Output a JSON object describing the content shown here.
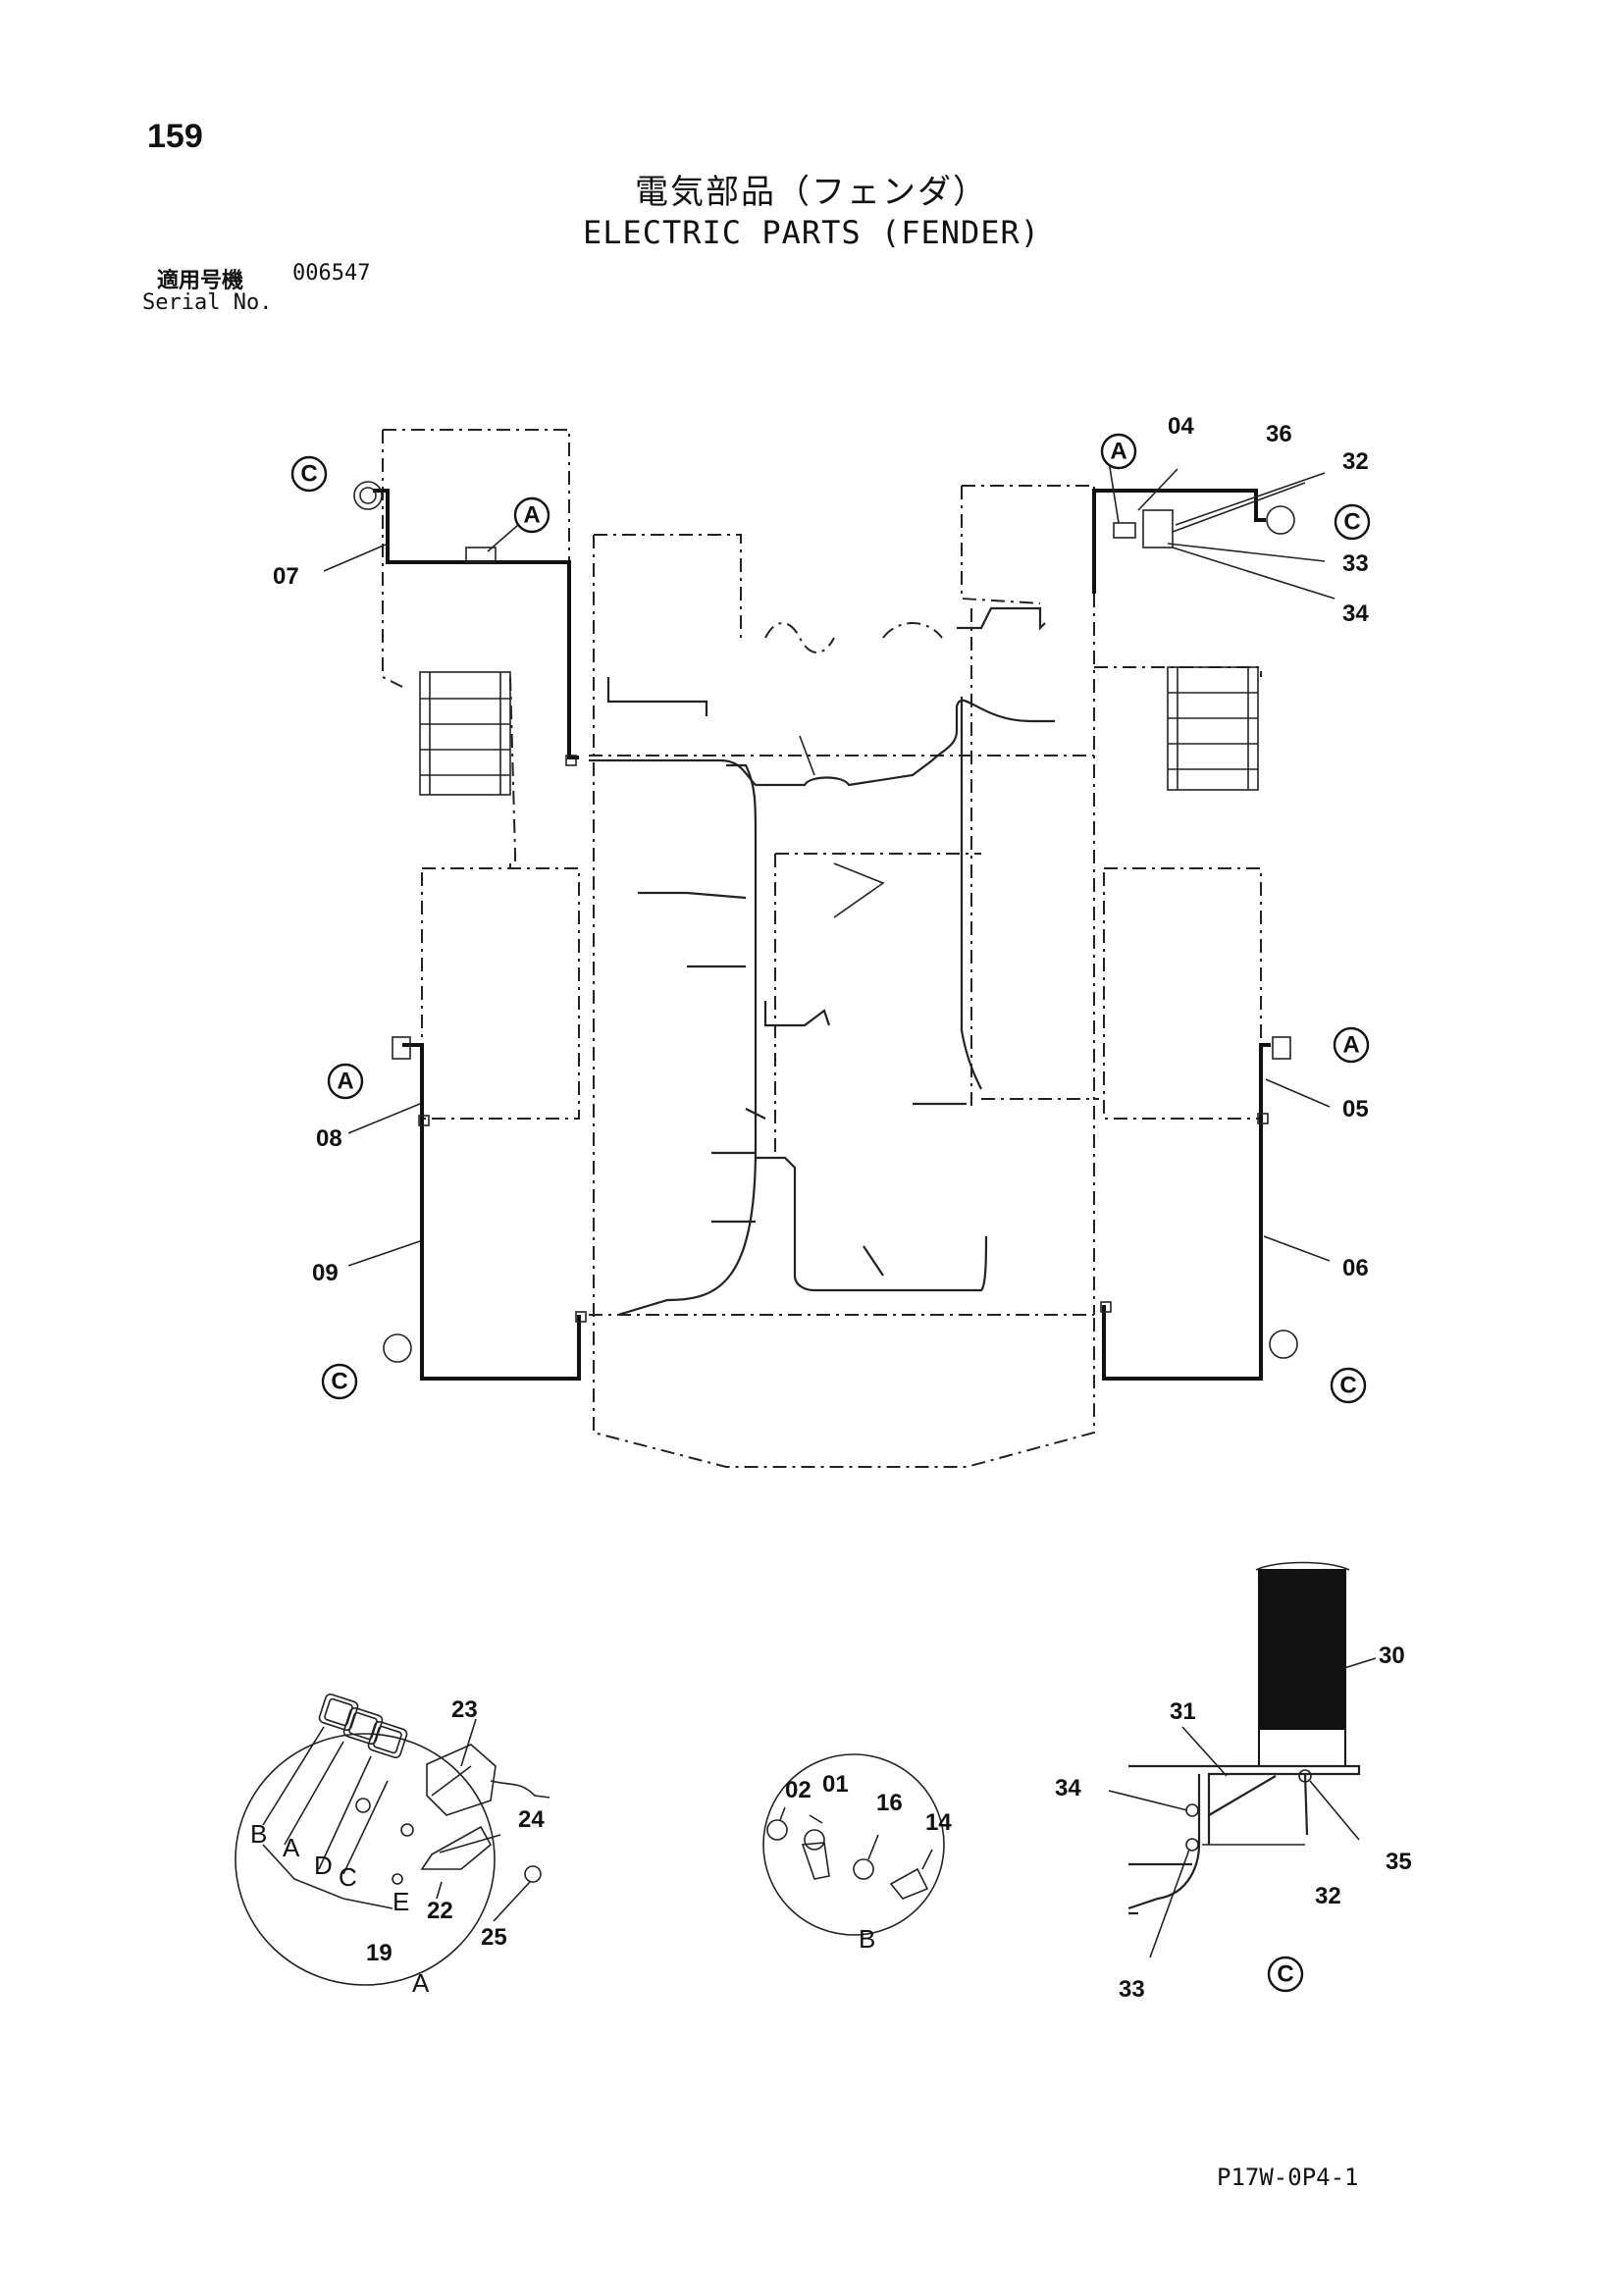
{
  "page_number": "159",
  "title_jp": "電気部品（フェンダ）",
  "title_en": "ELECTRIC PARTS (FENDER)",
  "serial_label_jp": "適用号機",
  "serial_value": "006547",
  "serial_label_en": "Serial No.",
  "callouts": {
    "A": "A",
    "B": "B",
    "C": "C",
    "D": "D",
    "E": "E"
  },
  "part_numbers": {
    "p01": "01",
    "p02": "02",
    "p04": "04",
    "p05": "05",
    "p06": "06",
    "p07": "07",
    "p08": "08",
    "p09": "09",
    "p14": "14",
    "p16": "16",
    "p19": "19",
    "p22": "22",
    "p23": "23",
    "p24": "24",
    "p25": "25",
    "p30": "30",
    "p31": "31",
    "p32": "32",
    "p33": "33",
    "p34": "34",
    "p35": "35",
    "p36": "36"
  },
  "diagram_code": "P17W-0P4-1"
}
